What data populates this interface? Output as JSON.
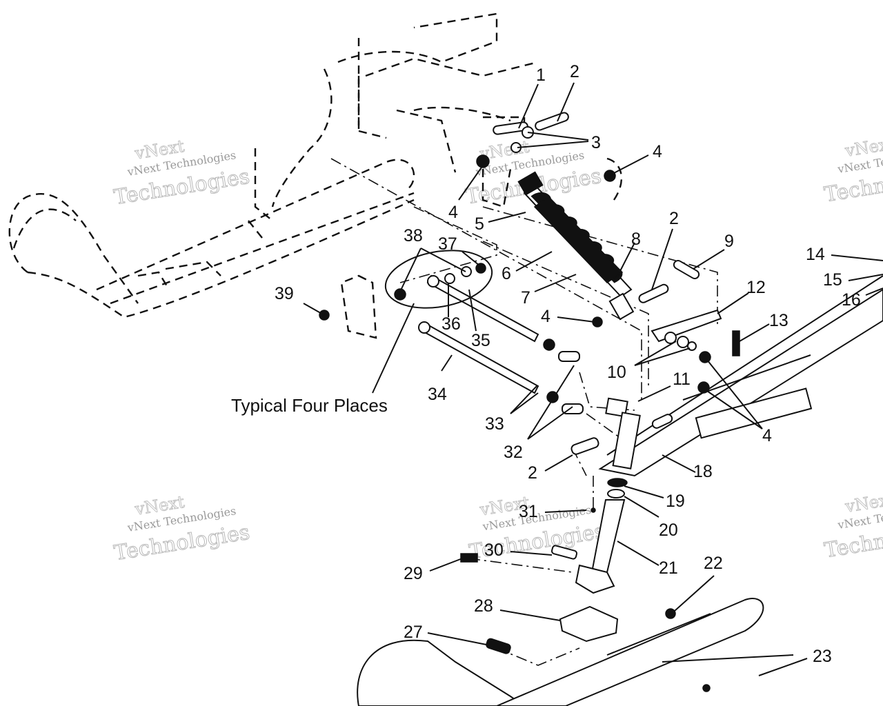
{
  "caption": "Typical Four Places",
  "watermark": {
    "line_small": "vNext Technologies",
    "line_big": "Technologies",
    "line_top": "vNext"
  },
  "callouts": [
    "1",
    "2",
    "3",
    "4",
    "4",
    "5",
    "6",
    "7",
    "8",
    "2",
    "9",
    "12",
    "13",
    "10",
    "11",
    "4",
    "14",
    "15",
    "16",
    "18",
    "38",
    "37",
    "39",
    "36",
    "35",
    "34",
    "33",
    "32",
    "2",
    "19",
    "20",
    "21",
    "31",
    "30",
    "29",
    "22",
    "28",
    "27",
    "23"
  ]
}
